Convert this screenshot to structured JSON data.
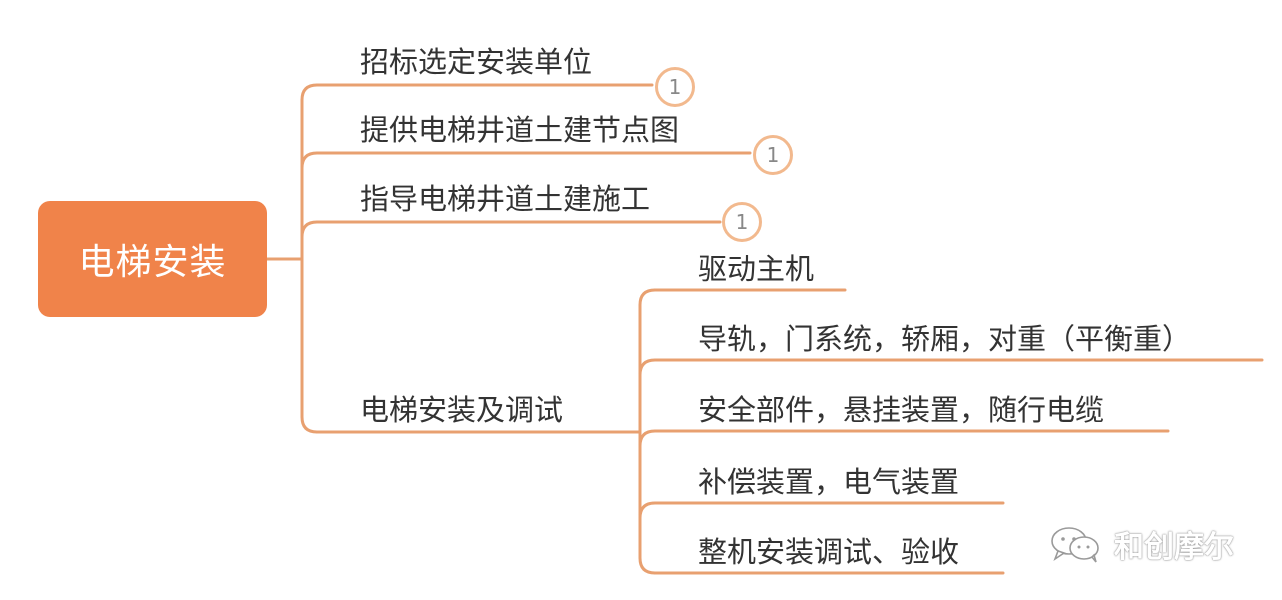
{
  "root": {
    "label": "电梯安装"
  },
  "branches": [
    {
      "label": "招标选定安装单位",
      "badge": "1"
    },
    {
      "label": "提供电梯井道土建节点图",
      "badge": "1"
    },
    {
      "label": "指导电梯井道土建施工",
      "badge": "1"
    },
    {
      "label": "电梯安装及调试",
      "children": [
        "驱动主机",
        "导轨，门系统，轿厢，对重（平衡重）",
        "安全部件，悬挂装置，随行电缆",
        "补偿装置，电气装置",
        "整机安装调试、验收"
      ]
    }
  ],
  "watermark": {
    "text": "和创摩尔",
    "icon": "wechat-icon"
  },
  "colors": {
    "root_fill": "#f0834a",
    "connector": "#e8a070",
    "badge_border": "#f2b98e",
    "text": "#333333"
  }
}
